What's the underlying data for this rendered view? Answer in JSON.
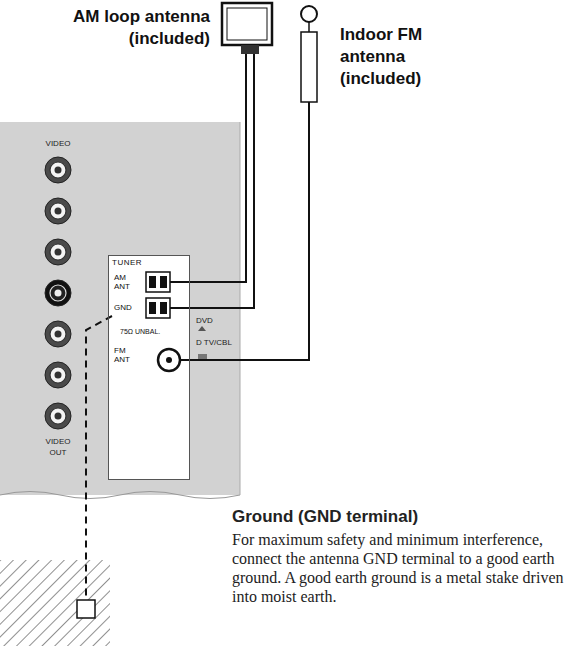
{
  "diagram": {
    "nodes": [
      {
        "text": [
          "AM loop antenna (included)"
        ]
      },
      {
        "text": [
          "Indoor FM antenna (included)"
        ]
      },
      {
        "text": [
          "TUNER"
        ]
      },
      {
        "text": [
          "AM ANT"
        ],
        "in": 2
      },
      {
        "text": [
          "GND"
        ],
        "in": 2
      },
      {
        "text": [
          "75Ω UNBAL.",
          "FM ANT"
        ],
        "in": 2
      }
    ],
    "edges": [
      {
        "from": 0,
        "to": 3,
        "arrow": "none"
      },
      {
        "from": 0,
        "to": 4,
        "arrow": "none"
      },
      {
        "from": 1,
        "to": 5,
        "arrow": "none"
      }
    ],
    "labels": [
      "Ground (GND terminal)",
      "For maximum safety and minimum interference, connect the antenna GND terminal to a good earth ground. A good earth ground is a metal stake driven into moist earth.",
      "VIDEO",
      "VIDEO",
      "OUT",
      "DVD",
      "D TV/CBL"
    ]
  }
}
